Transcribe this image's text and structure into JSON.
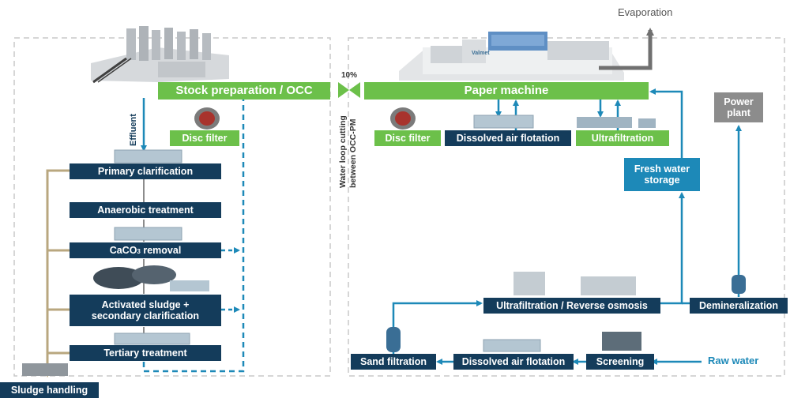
{
  "labels": {
    "stock_prep": "Stock preparation / OCC",
    "paper_machine": "Paper machine",
    "disc_filter_left": "Disc filter",
    "disc_filter_right": "Disc filter",
    "daf_top": "Dissolved air flotation",
    "ultrafiltration_top": "Ultrafiltration",
    "fresh_water_storage": "Fresh water storage",
    "power_plant": "Power plant",
    "evaporation": "Evaporation",
    "effluent": "Effluent",
    "ten_percent": "10%",
    "water_loop_1": "Water loop cutting",
    "water_loop_2": "between OCC-PM",
    "primary_clarification": "Primary clarification",
    "anaerobic_treatment": "Anaerobic treatment",
    "caco3_prefix": "CaCO",
    "caco3_sub": "3",
    "caco3_suffix": " removal",
    "activated_sludge_1": "Activated sludge +",
    "activated_sludge_2": "secondary clarification",
    "tertiary_treatment": "Tertiary treatment",
    "sludge_handling": "Sludge handling",
    "uf_ro": "Ultrafiltration / Reverse osmosis",
    "demineralization": "Demineralization",
    "sand_filtration": "Sand filtration",
    "daf_bottom": "Dissolved air flotation",
    "screening": "Screening",
    "raw_water": "Raw water",
    "valmet_logo": "Valmet"
  },
  "colors": {
    "navy": "#143c5b",
    "green": "#6cc04a",
    "blue": "#1d89b8",
    "grey": "#8c8c8c",
    "tan": "#b9a77f",
    "dashed_border": "#c8c8c8"
  }
}
